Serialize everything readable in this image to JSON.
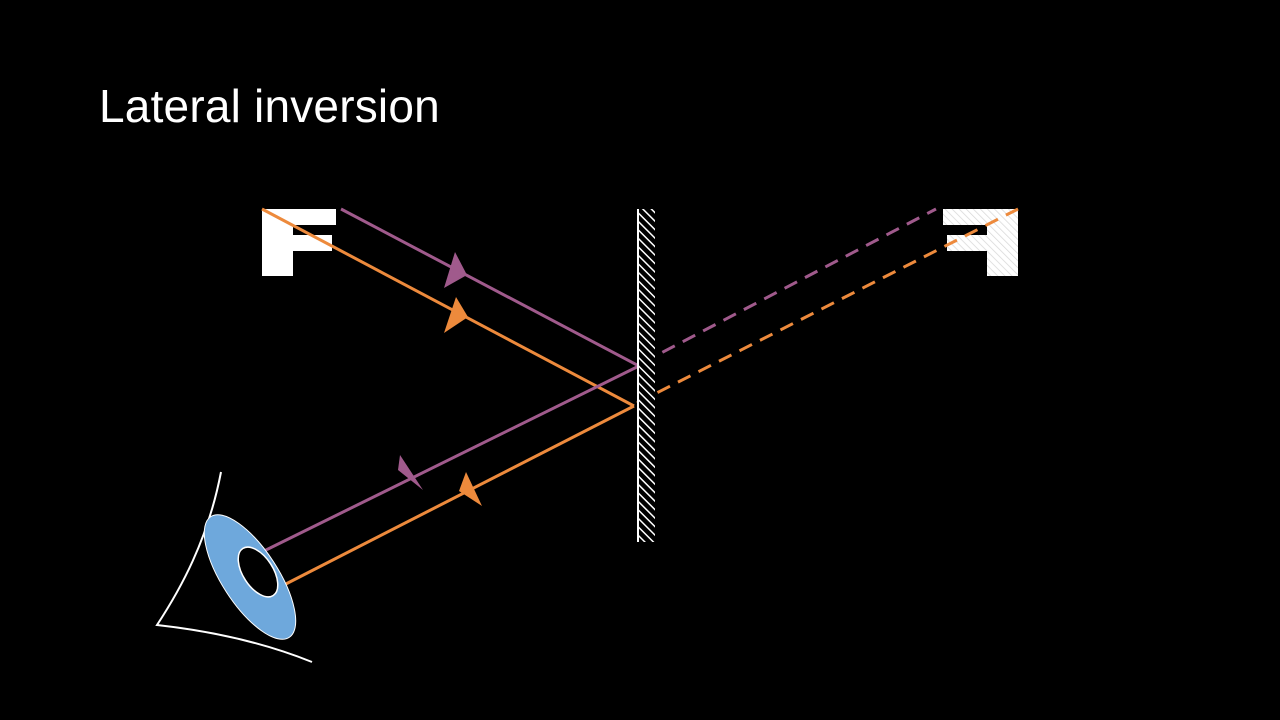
{
  "slide": {
    "title": "Lateral inversion"
  },
  "colors": {
    "background": "#000000",
    "title_text": "#ffffff",
    "ray_purple": "#a05a8c",
    "ray_orange": "#ed8a3c",
    "eye_iris": "#6ea8dc",
    "mirror_hatch": "#ffffff",
    "letter_object": "#ffffff"
  },
  "diagram": {
    "object_letter": "F",
    "rays": [
      {
        "name": "upper-ray",
        "color": "purple"
      },
      {
        "name": "lower-ray",
        "color": "orange"
      }
    ],
    "icons": [
      "eye-icon",
      "mirror-icon",
      "letter-f-object",
      "letter-f-image"
    ]
  }
}
